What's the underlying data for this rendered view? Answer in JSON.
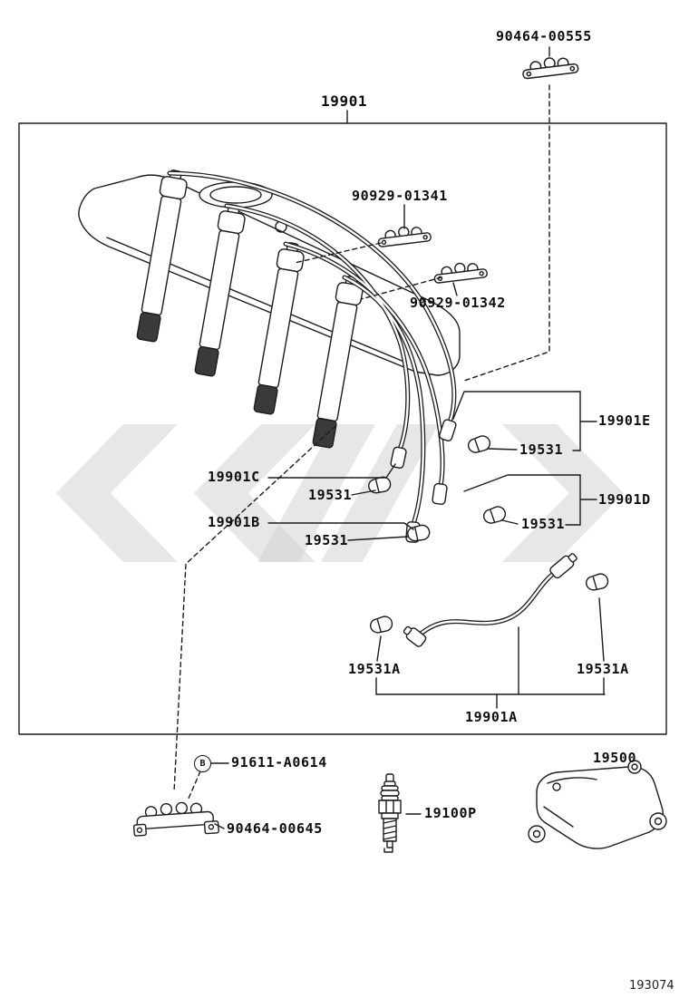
{
  "callouts": {
    "top_clamp": "90464-00555",
    "wire_set": "19901",
    "clamp_1": "90929-01341",
    "clamp_2": "90929-01342",
    "wire_e": "19901E",
    "wire_c": "19901C",
    "wire_b": "19901B",
    "wire_d": "19901D",
    "grommet": "19531",
    "grommet_a": "19531A",
    "coil_wire": "19901A",
    "bolt_marker": "B",
    "bolt": "91611-A0614",
    "bracket_clamp": "90464-00645",
    "spark_plug": "19100P",
    "ignition_coil": "19500"
  },
  "page": {
    "number": "193074"
  }
}
